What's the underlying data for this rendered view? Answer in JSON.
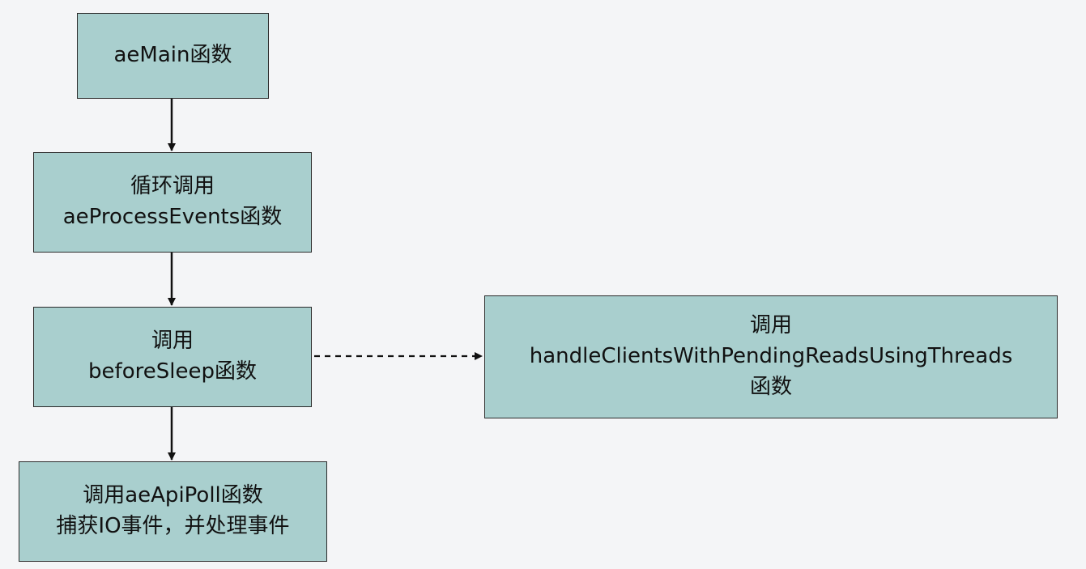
{
  "colors": {
    "background": "#f4f5f7",
    "node_fill": "#a9cfce",
    "stroke": "#111111"
  },
  "nodes": [
    {
      "id": "n1",
      "lines": [
        "aeMain函数"
      ]
    },
    {
      "id": "n2",
      "lines": [
        "循环调用",
        "aeProcessEvents函数"
      ]
    },
    {
      "id": "n3",
      "lines": [
        "调用",
        "beforeSleep函数"
      ]
    },
    {
      "id": "n4",
      "lines": [
        "调用aeApiPoll函数",
        "捕获IO事件，并处理事件"
      ]
    },
    {
      "id": "n5",
      "lines": [
        "调用",
        "handleClientsWithPendingReadsUsingThreads",
        "函数"
      ]
    }
  ],
  "edges": [
    {
      "from": "n1",
      "to": "n2",
      "style": "solid"
    },
    {
      "from": "n2",
      "to": "n3",
      "style": "solid"
    },
    {
      "from": "n3",
      "to": "n4",
      "style": "solid"
    },
    {
      "from": "n3",
      "to": "n5",
      "style": "dashed"
    }
  ]
}
